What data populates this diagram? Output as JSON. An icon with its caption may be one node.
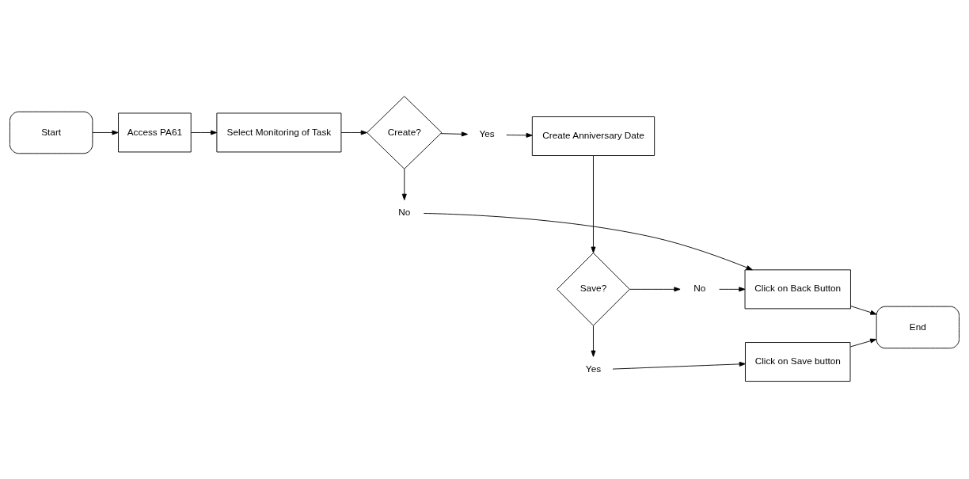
{
  "diagram": {
    "nodes": [
      {
        "text": [
          "Start"
        ]
      },
      {
        "text": [
          "Access PA61"
        ]
      },
      {
        "text": [
          "Select Monitoring of Task"
        ]
      },
      {
        "text": [
          "Create?"
        ]
      },
      {
        "text": [
          "Yes"
        ]
      },
      {
        "text": [
          "Create Anniversary Date"
        ]
      },
      {
        "text": [
          "No"
        ]
      },
      {
        "text": [
          "End"
        ]
      },
      {
        "text": [
          "Click on Back Button"
        ]
      },
      {
        "text": [
          "No"
        ]
      },
      {
        "text": [
          "Save?"
        ]
      },
      {
        "text": [
          "Yes"
        ]
      },
      {
        "text": [
          "Click on Save button"
        ]
      }
    ],
    "edges": [
      {
        "from": 0,
        "to": 1,
        "arrow": "to"
      },
      {
        "from": 1,
        "to": 2,
        "arrow": "to"
      },
      {
        "from": 2,
        "to": 3,
        "arrow": "to"
      },
      {
        "from": 3,
        "to": 4,
        "arrow": "to"
      },
      {
        "from": 4,
        "to": 5,
        "arrow": "to"
      },
      {
        "from": 3,
        "to": 6,
        "arrow": "to"
      },
      {
        "from": 6,
        "to": 8,
        "arrow": "to"
      },
      {
        "from": 5,
        "to": 10,
        "arrow": "to"
      },
      {
        "from": 10,
        "to": 9,
        "arrow": "to"
      },
      {
        "from": 9,
        "to": 8,
        "arrow": "to"
      },
      {
        "from": 8,
        "to": 7,
        "arrow": "to"
      },
      {
        "from": 10,
        "to": 11,
        "arrow": "to"
      },
      {
        "from": 11,
        "to": 12,
        "arrow": "to"
      },
      {
        "from": 12,
        "to": 7,
        "arrow": "to"
      }
    ]
  }
}
